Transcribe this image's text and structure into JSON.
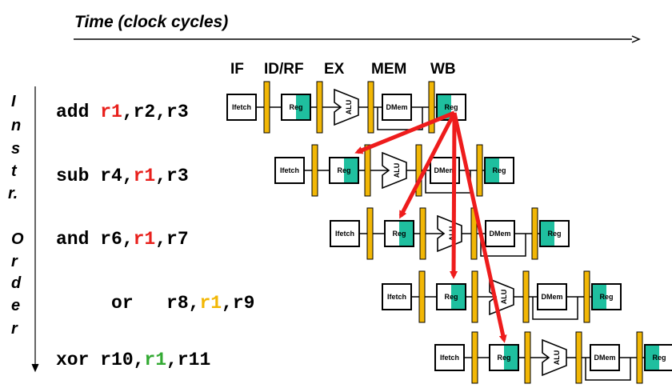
{
  "header": {
    "time_label": "Time (clock cycles)"
  },
  "stages": [
    "IF",
    "ID/RF",
    "EX",
    "MEM",
    "WB"
  ],
  "side_label": {
    "lines": [
      "I",
      "n",
      "s",
      "t",
      "r.",
      "",
      "O",
      "r",
      "d",
      "e",
      "r"
    ]
  },
  "instructions": [
    {
      "tokens": [
        {
          "t": "add ",
          "c": "#000000"
        },
        {
          "t": "r1",
          "c": "#e8201c"
        },
        {
          "t": ",r2,r3",
          "c": "#000000"
        }
      ]
    },
    {
      "tokens": [
        {
          "t": "sub r4,",
          "c": "#000000"
        },
        {
          "t": "r1",
          "c": "#e8201c"
        },
        {
          "t": ",r3",
          "c": "#000000"
        }
      ]
    },
    {
      "tokens": [
        {
          "t": "and r6,",
          "c": "#000000"
        },
        {
          "t": "r1",
          "c": "#e8201c"
        },
        {
          "t": ",r7",
          "c": "#000000"
        }
      ]
    },
    {
      "tokens": [
        {
          "t": "or   r8,",
          "c": "#000000"
        },
        {
          "t": "r1",
          "c": "#f2b705"
        },
        {
          "t": ",r9",
          "c": "#000000"
        }
      ]
    },
    {
      "tokens": [
        {
          "t": "xor r10,",
          "c": "#000000"
        },
        {
          "t": "r1",
          "c": "#33aa33"
        },
        {
          "t": ",r11",
          "c": "#000000"
        }
      ]
    }
  ],
  "pipeline_units": {
    "ifetch": "Ifetch",
    "reg": "Reg",
    "alu": "ALU",
    "dmem": "DMem"
  },
  "colors": {
    "latch": "#f2b705",
    "reg_fill": "#1fbf9f",
    "arrow": "#ee1c1c",
    "ink": "#000000"
  }
}
